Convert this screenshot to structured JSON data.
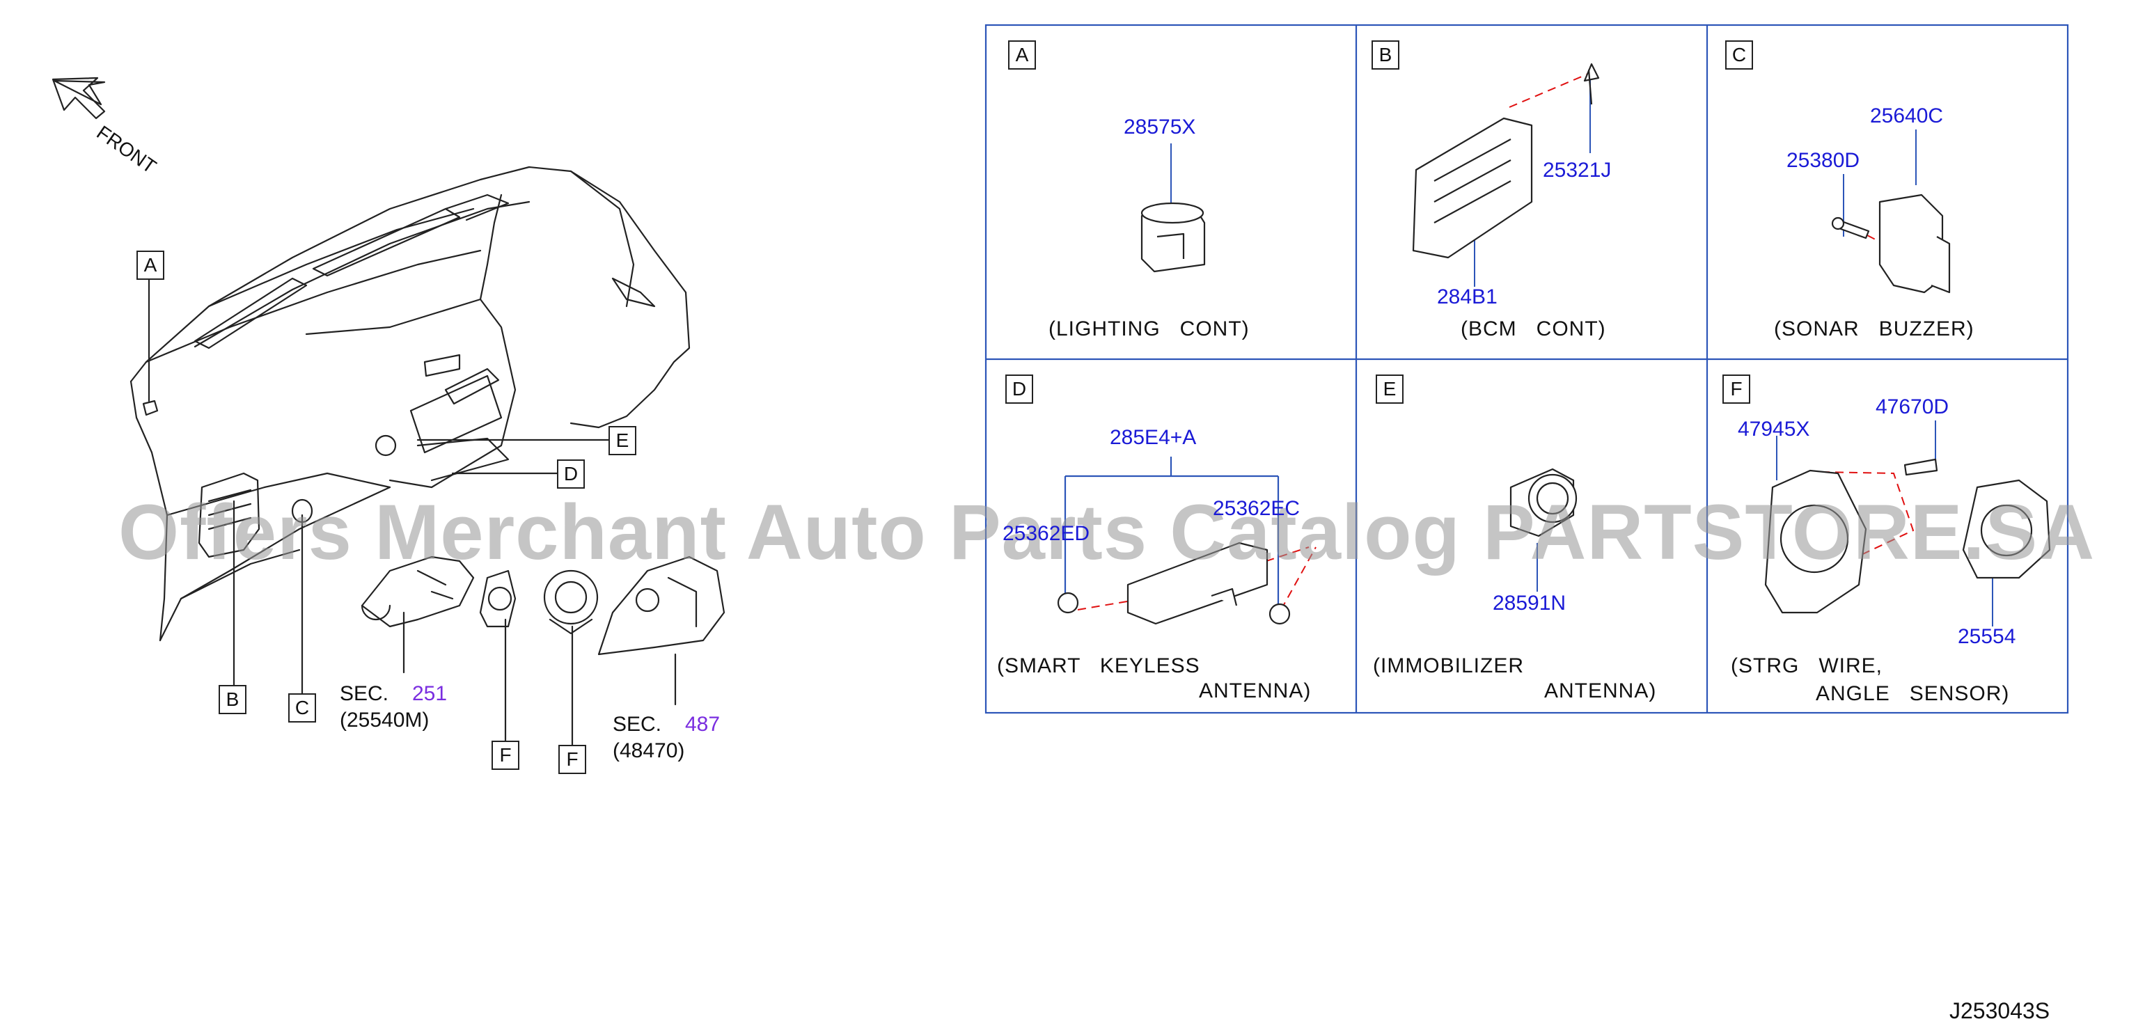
{
  "diagram_id": "J253043S",
  "front_label": "FRONT",
  "watermark": "Offers Merchant Auto Parts Catalog PARTSTORE.SA",
  "overview": {
    "callouts": [
      "A",
      "B",
      "C",
      "D",
      "E",
      "F",
      "F"
    ],
    "refs": [
      {
        "sec_prefix": "SEC.",
        "sec_num": "251",
        "part": "(25540M)"
      },
      {
        "sec_prefix": "SEC.",
        "sec_num": "487",
        "part": "(48470)"
      }
    ]
  },
  "panels": [
    {
      "letter": "A",
      "caption_1": "(LIGHTING   CONT)",
      "caption_2": "",
      "parts": [
        "28575X"
      ]
    },
    {
      "letter": "B",
      "caption_1": "(BCM   CONT)",
      "caption_2": "",
      "parts": [
        "25321J",
        "284B1"
      ]
    },
    {
      "letter": "C",
      "caption_1": "(SONAR   BUZZER)",
      "caption_2": "",
      "parts": [
        "25640C",
        "25380D"
      ]
    },
    {
      "letter": "D",
      "caption_1": "(SMART   KEYLESS",
      "caption_2": "ANTENNA)",
      "parts": [
        "285E4+A",
        "25362EC",
        "25362ED"
      ]
    },
    {
      "letter": "E",
      "caption_1": "(IMMOBILIZER",
      "caption_2": "ANTENNA)",
      "parts": [
        "28591N"
      ]
    },
    {
      "letter": "F",
      "caption_1": "(STRG   WIRE,",
      "caption_2": "ANGLE   SENSOR)",
      "parts": [
        "47670D",
        "47945X",
        "25554"
      ]
    }
  ],
  "colors": {
    "label_blue": "#1a1ad6",
    "sec_purple": "#7a2ee0",
    "frame_blue": "#2c55b8",
    "leader_red": "#e01010"
  }
}
